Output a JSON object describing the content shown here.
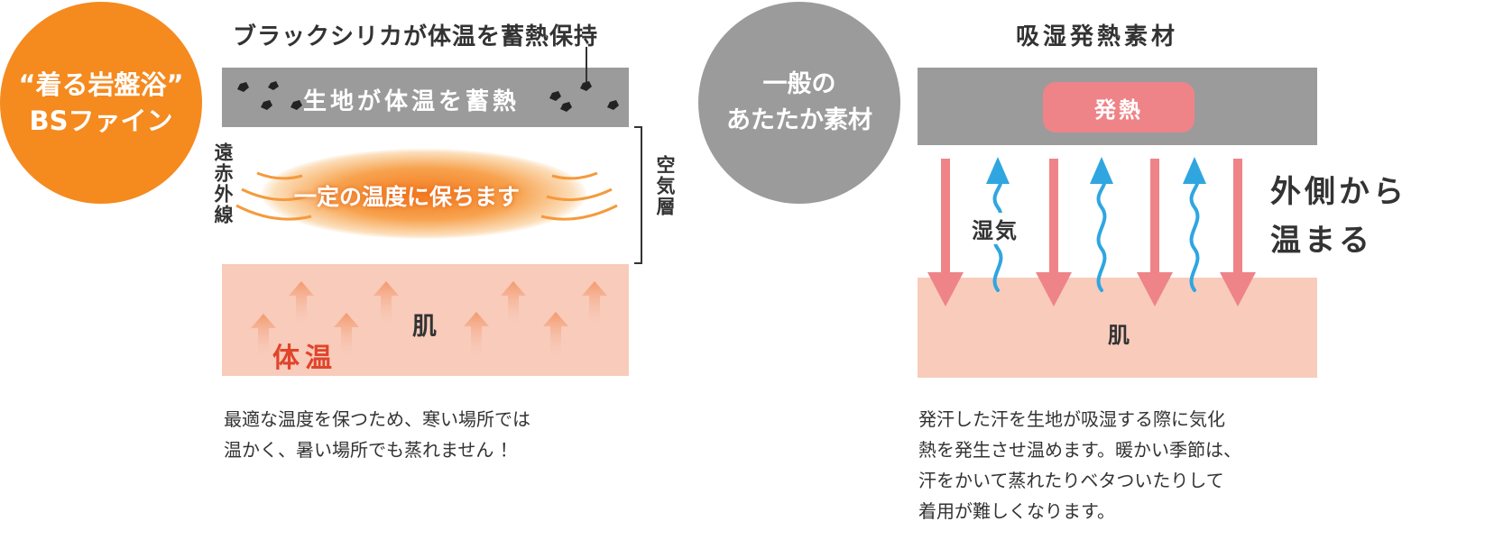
{
  "colors": {
    "orange": "#f58a1f",
    "gray": "#9b9b9b",
    "skin": "#f8cbbb",
    "heat_pink": "#ee8488",
    "red_text": "#e0452b",
    "blue": "#2fa6e0"
  },
  "left": {
    "badge_line1": "“着る岩盤浴”",
    "badge_line2": "BSファイン",
    "heading": "ブラックシリカが体温を蓄熱保持",
    "fabric_label": "生地が体温を蓄熱",
    "glow_label": "一定の温度に保ちます",
    "far_infrared": "遠赤外線",
    "air_layer": "空気層",
    "skin_label": "肌",
    "body_temp_label": "体温",
    "caption_line1": "最適な温度を保つため、寒い場所では",
    "caption_line2": "温かく、暑い場所でも蒸れません ！"
  },
  "right": {
    "badge_line1": "一般の",
    "badge_line2": "あたたか素材",
    "heading": "吸湿発熱素材",
    "heat_label": "発熱",
    "moisture_label": "湿気",
    "side_line1": "外側から",
    "side_line2": "温まる",
    "skin_label": "肌",
    "caption_line1": "発汗した汗を生地が吸湿する際に気化",
    "caption_line2": "熱を発生させ温めます。暖かい季節は、",
    "caption_line3": "汗をかいて蒸れたりベタついたりして",
    "caption_line4": "着用が難しくなります。"
  }
}
